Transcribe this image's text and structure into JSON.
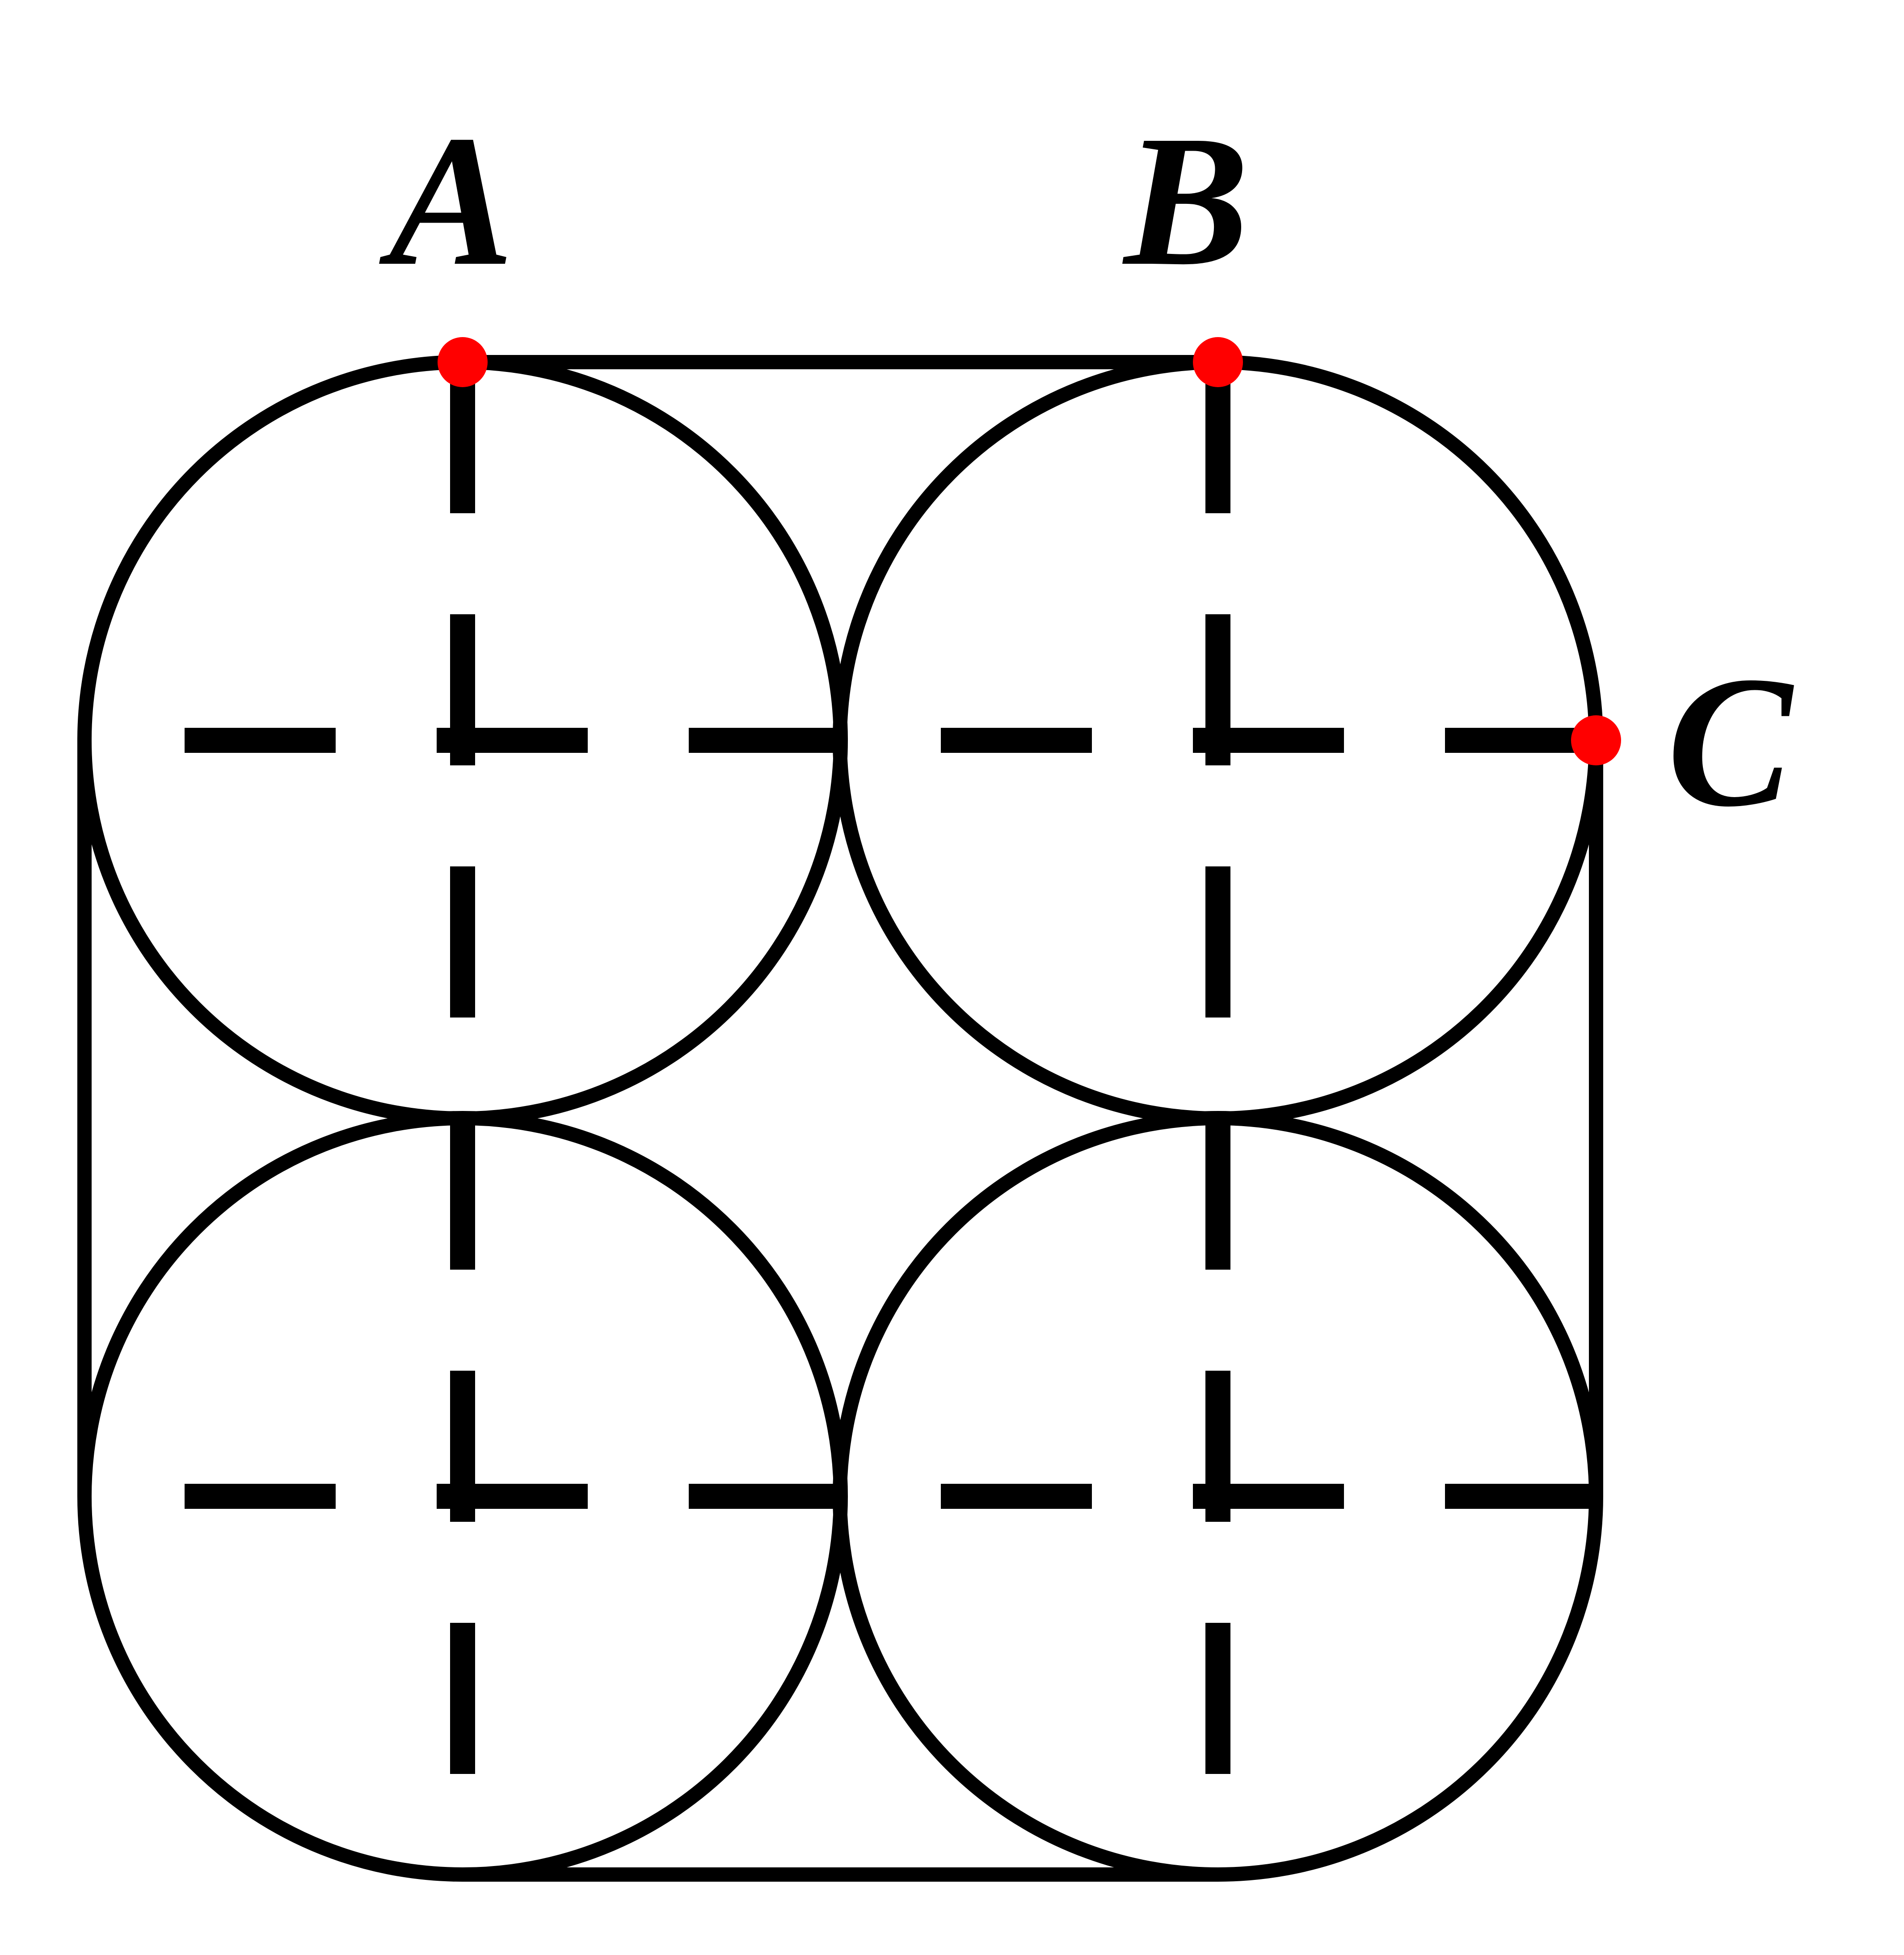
{
  "labels": {
    "a": "A",
    "b": "B",
    "c": "C"
  },
  "colors": {
    "stroke": "#000000",
    "point": "#ff0000",
    "background": "#ffffff"
  }
}
